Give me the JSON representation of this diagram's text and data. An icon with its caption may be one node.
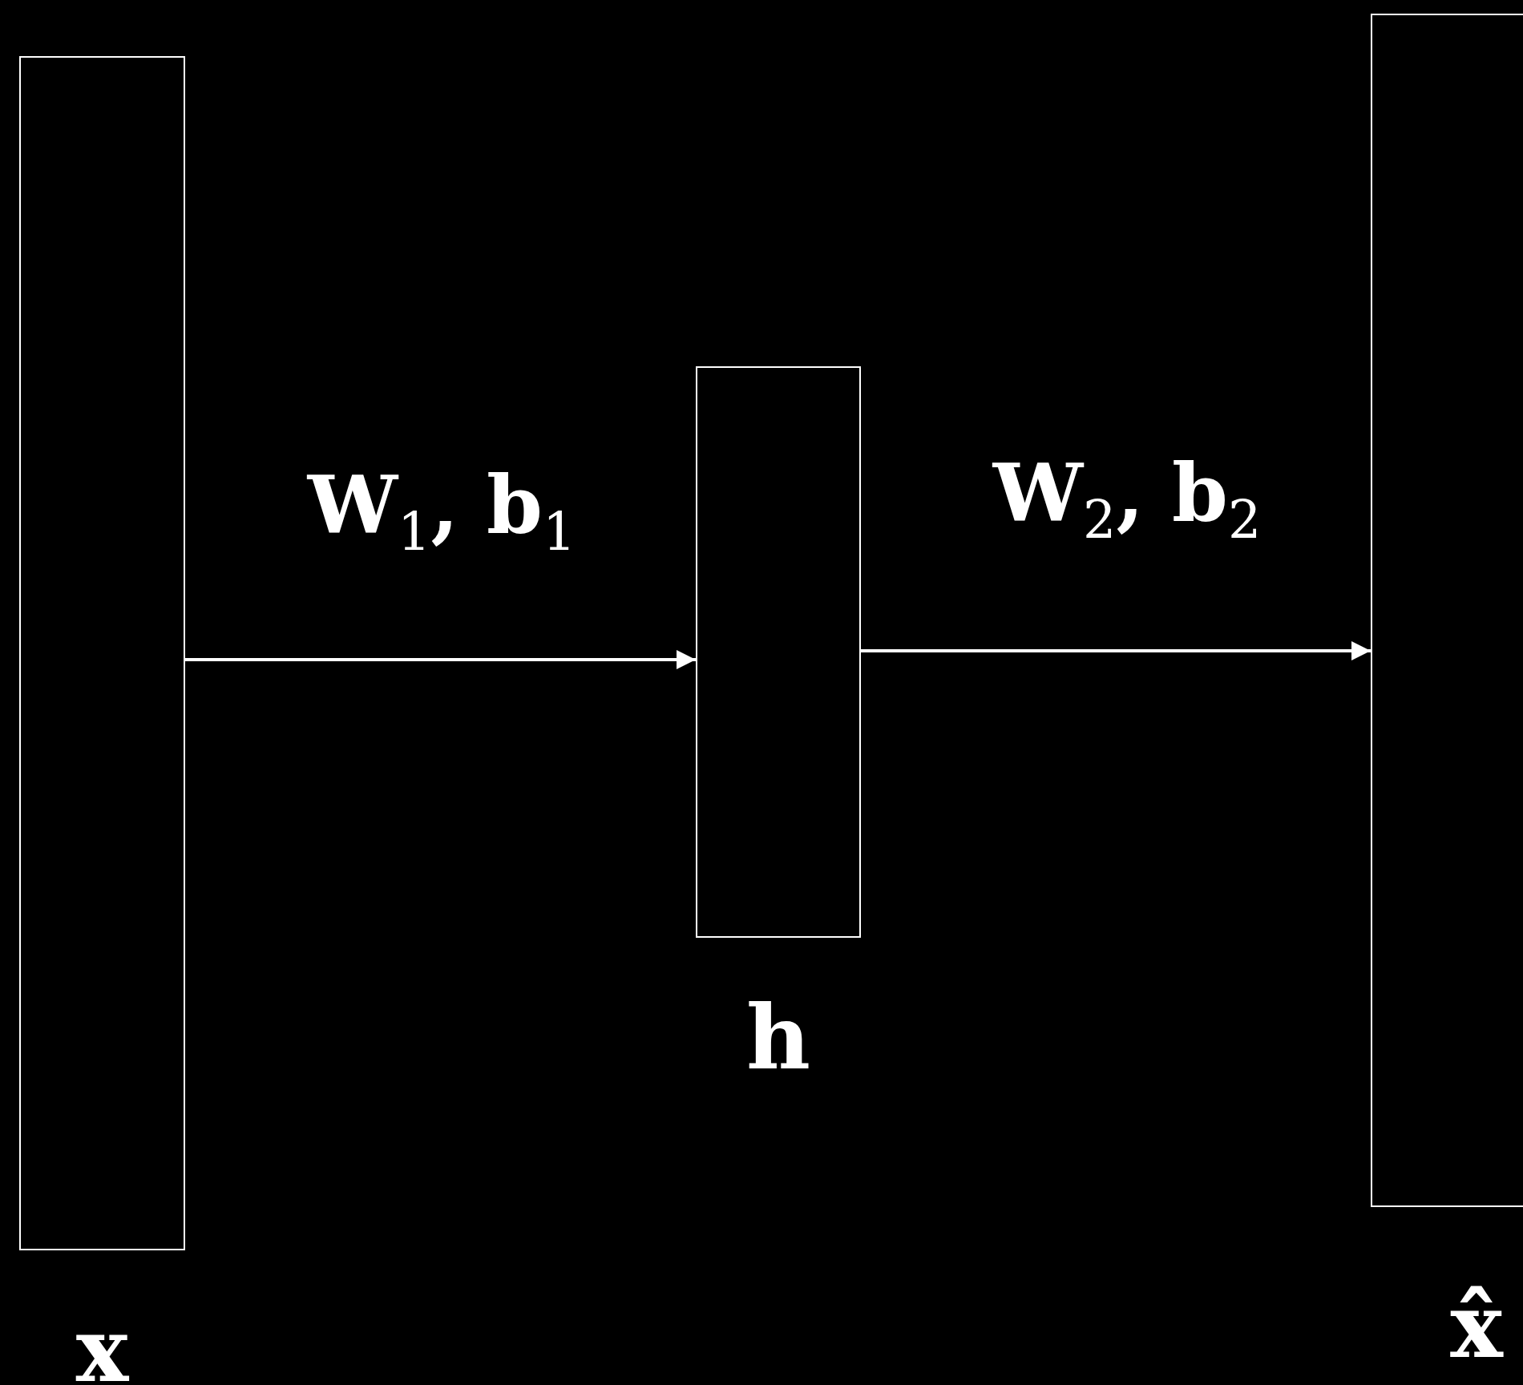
{
  "diagram": {
    "nodes": [
      {
        "text": [
          "x"
        ]
      },
      {
        "text": [
          "h"
        ]
      },
      {
        "text": [
          "x̂"
        ]
      }
    ],
    "edges": [
      {
        "from": 0,
        "to": 1,
        "arrow": "to",
        "label": "W$_{1}$, b$_{1}$"
      },
      {
        "from": 1,
        "to": 2,
        "arrow": "to",
        "label": "W$_{2}$, b$_{2}$"
      }
    ]
  }
}
